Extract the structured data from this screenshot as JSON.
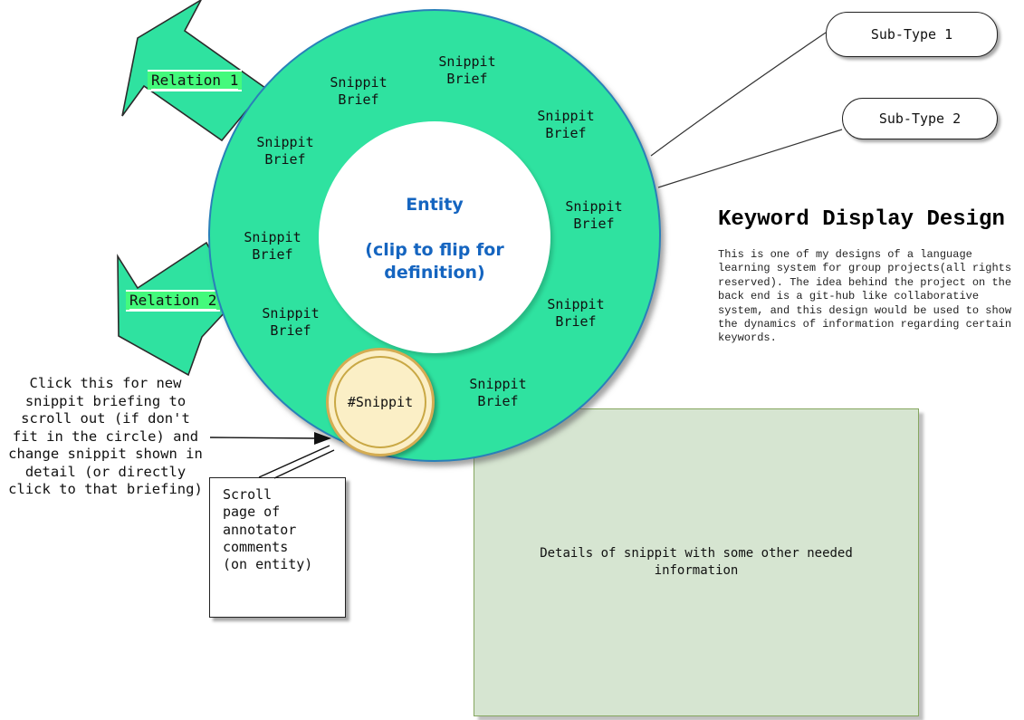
{
  "colors": {
    "ring_green": "#2FE2A0",
    "circle_border_blue": "#2980B9",
    "relation_highlight_green": "#44FA7C",
    "entity_blue": "#1565C0",
    "badge_cream": "#FBEFC6",
    "badge_border_gold": "#C9A845",
    "details_bg_green": "#D6E5D1",
    "details_border_green": "#85A65F"
  },
  "ring": {
    "items": [
      {
        "label": "Snippit Brief"
      },
      {
        "label": "Snippit Brief"
      },
      {
        "label": "Snippit Brief"
      },
      {
        "label": "Snippit Brief"
      },
      {
        "label": "Snippit Brief"
      },
      {
        "label": "Snippit Brief"
      },
      {
        "label": "Snippit Brief"
      },
      {
        "label": "Snippit Brief"
      },
      {
        "label": "Snippit Brief"
      }
    ]
  },
  "center": {
    "text": "Entity\n\n(clip to flip for definition)"
  },
  "badge": {
    "label": "#Snippit"
  },
  "relations": {
    "relation1": "Relation 1",
    "relation2": "Relation 2"
  },
  "subtypes": {
    "subtype1": "Sub-Type 1",
    "subtype2": "Sub-Type 2"
  },
  "info": {
    "title": "Keyword Display Design",
    "body": "This is one of my designs of a language\nlearning system for group projects(all rights\nreserved). The idea behind the project on the\nback end is a git-hub like collaborative\nsystem, and this design would be used to show\nthe dynamics of information regarding certain\nkeywords."
  },
  "notes": {
    "click_note": "Click this for new\nsnippit briefing to\nscroll out (if don't\nfit in the circle) and\nchange snippit shown in\ndetail (or directly\nclick to that briefing)",
    "scroll_note": "Scroll\npage of\nannotator\ncomments\n(on entity)"
  },
  "details_panel": {
    "text": "Details of snippit with some other needed\ninformation"
  }
}
